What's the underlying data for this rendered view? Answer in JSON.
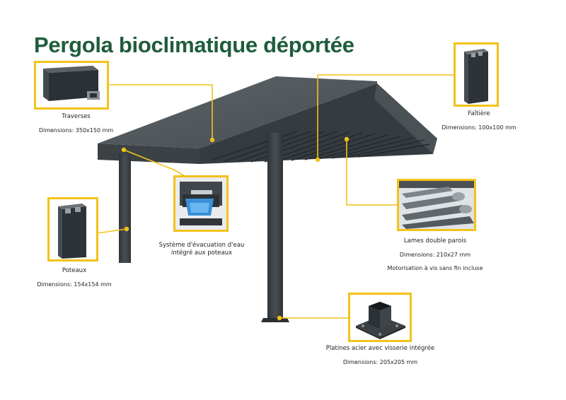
{
  "title": "Pergola bioclimatique déportée",
  "colors": {
    "title": "#1f5c3c",
    "accent": "#f2c21a",
    "structure": "#3d4347",
    "structure_dark": "#2b3034"
  },
  "components": [
    {
      "id": "traverses",
      "name": "Traverses",
      "dimensions": "Dimensions: 350x150 mm",
      "icon": "beam-profile-icon"
    },
    {
      "id": "faitiere",
      "name": "Faîtière",
      "dimensions": "Dimensions: 100x100 mm",
      "icon": "ridge-profile-icon"
    },
    {
      "id": "poteaux",
      "name": "Poteaux",
      "dimensions": "Dimensions: 154x154 mm",
      "icon": "post-profile-icon"
    },
    {
      "id": "evacuation",
      "name": "Système d'évacuation d'eau intégré aux poteaux",
      "icon": "drainage-system-icon"
    },
    {
      "id": "lames",
      "name": "Lames double parois",
      "dimensions": "Dimensions: 210x27 mm",
      "extra": "Motorisation à vis sans fin incluse",
      "icon": "louvers-icon"
    },
    {
      "id": "platines",
      "name": "Platines acier avec visserie intégrée",
      "dimensions": "Dimensions: 205x205 mm",
      "icon": "base-plate-icon"
    }
  ]
}
